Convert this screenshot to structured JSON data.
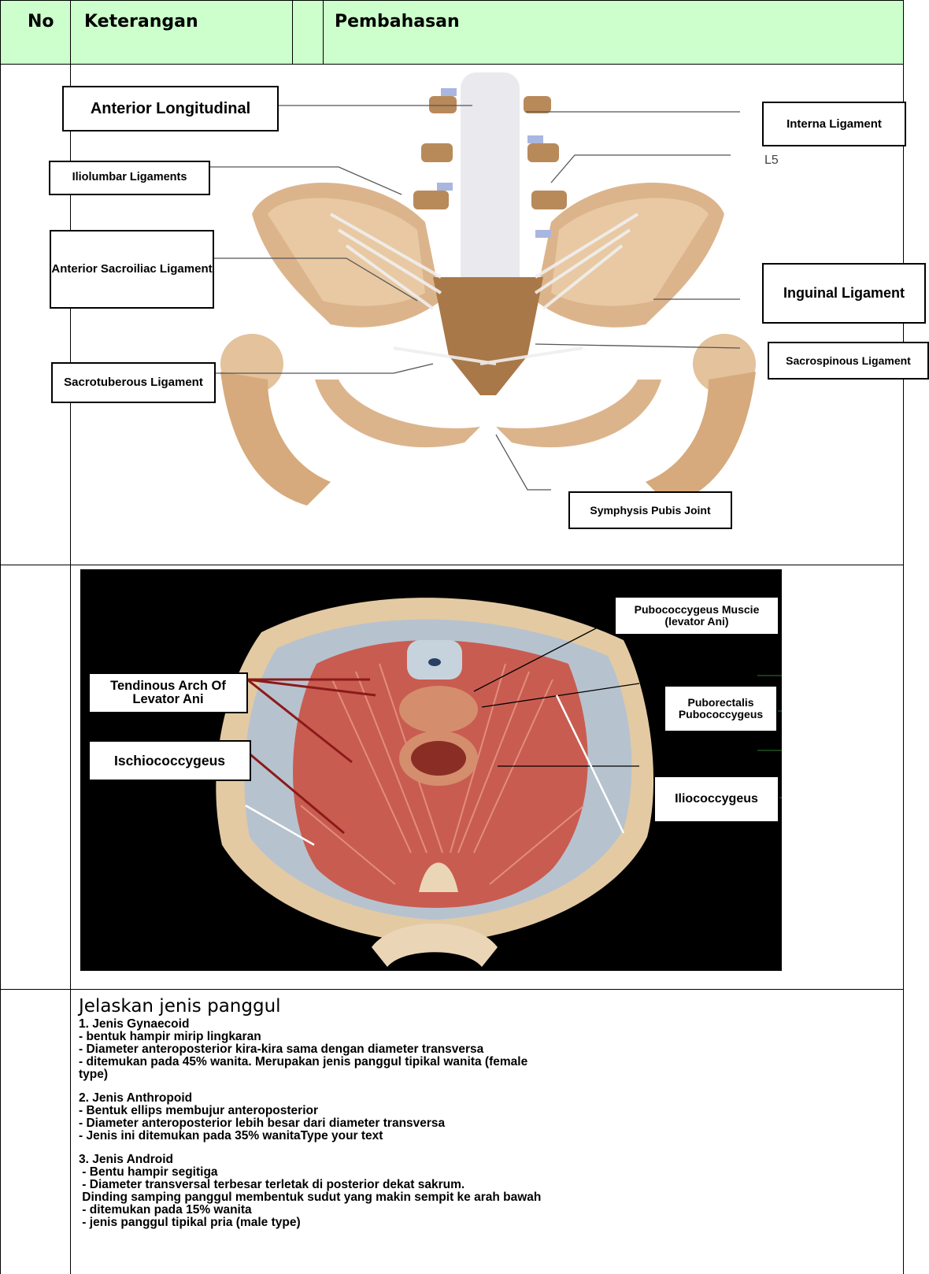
{
  "header": {
    "col_no": "No",
    "col_keterangan": "Keterangan",
    "col_pembahasan": "Pembahasan"
  },
  "figure1": {
    "labels": {
      "anterior_longitudinal": "Anterior Longitudinal",
      "interna_ligament": "Interna Ligament",
      "l5": "L5",
      "iliolumbar": "Iliolumbar Ligaments",
      "anterior_sacroiliac": "Anterior Sacroiliac Ligament",
      "inguinal": "Inguinal Ligament",
      "sacrospinous": "Sacrospinous Ligament",
      "sacrotuberous": "Sacrotuberous Ligament",
      "symphysis": "Symphysis Pubis Joint"
    }
  },
  "figure2": {
    "labels": {
      "pubococcygeus": "Pubococcygeus Muscie (levator Ani)",
      "tendinous_arch": "Tendinous Arch Of Levator Ani",
      "puborectalis": "Puborectalis Pubococcygeus",
      "ischiococcygeus": "Ischiococcygeus",
      "iliococcygeus": "Iliococcygeus"
    }
  },
  "section3": {
    "title": "Jelaskan jenis panggul",
    "gynaecoid": [
      "1. Jenis Gynaecoid",
      "- bentuk hampir mirip lingkaran",
      "- Diameter anteroposterior kira-kira sama dengan diameter transversa",
      "- ditemukan pada 45% wanita. Merupakan jenis panggul tipikal wanita (female",
      "type)"
    ],
    "anthropoid": [
      "2. Jenis Anthropoid",
      "- Bentuk ellips membujur anteroposterior",
      "- Diameter anteroposterior lebih besar dari diameter transversa",
      "- Jenis ini ditemukan pada 35% wanitaType your text"
    ],
    "android": [
      "3. Jenis Android",
      " - Bentu hampir segitiga",
      " - Diameter transversal terbesar terletak di posterior dekat sakrum.",
      " Dinding samping panggul membentuk sudut yang makin sempit ke arah bawah",
      " - ditemukan pada 15% wanita",
      " - jenis panggul tipikal pria (male type)"
    ]
  }
}
